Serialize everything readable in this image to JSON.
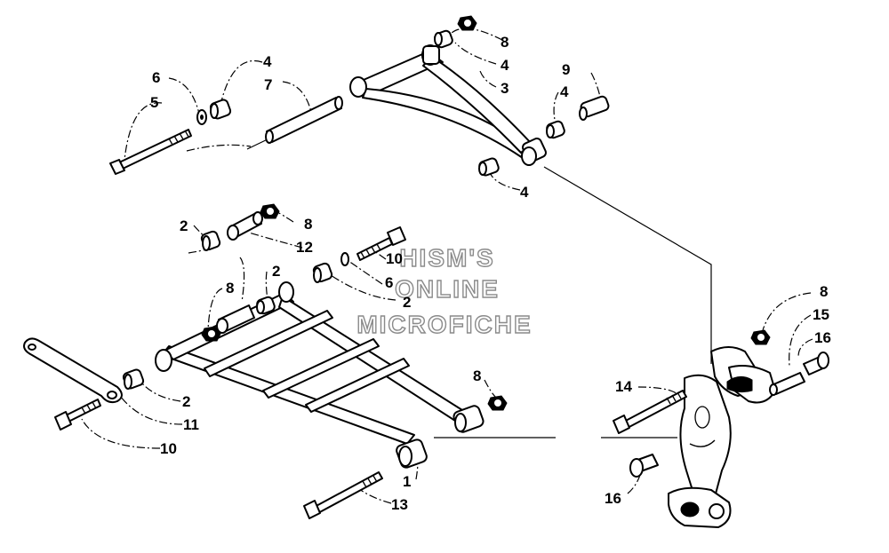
{
  "watermark": [
    "HISM'S",
    "ONLINE",
    "MICROFICHE"
  ],
  "callouts": {
    "c1": "1",
    "c2a": "2",
    "c2b": "2",
    "c2c": "2",
    "c2d": "2",
    "c3": "3",
    "c4a": "4",
    "c4b": "4",
    "c4c": "4",
    "c4d": "4",
    "c5": "5",
    "c6a": "6",
    "c6b": "6",
    "c7": "7",
    "c8a": "8",
    "c8b": "8",
    "c8c": "8",
    "c8d": "8",
    "c8e": "8",
    "c9": "9",
    "c10a": "10",
    "c10b": "10",
    "c11": "11",
    "c12": "12",
    "c13": "13",
    "c14": "14",
    "c15": "15",
    "c16a": "16",
    "c16b": "16"
  }
}
